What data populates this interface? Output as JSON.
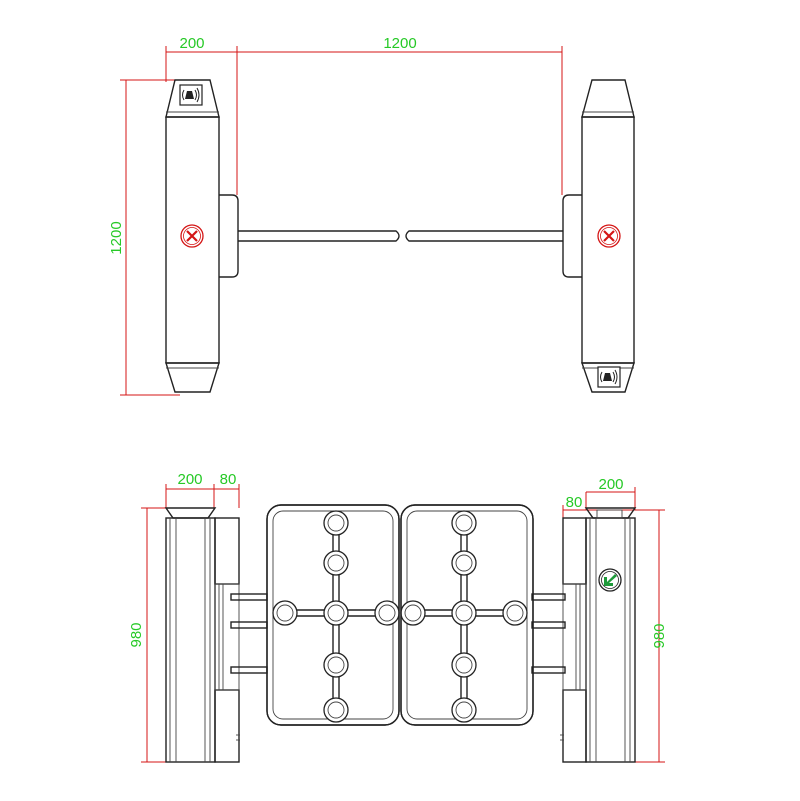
{
  "colors": {
    "outline": "#222222",
    "dimension_line": "#d41414",
    "dimension_text": "#26c926",
    "stop_icon": "#d41414",
    "pass_icon": "#1e9a3a"
  },
  "top_view": {
    "dim_post_width": "200",
    "dim_gap": "1200",
    "dim_post_length": "1200",
    "icons": [
      "rfid-reader-icon",
      "stop-x-icon",
      "stop-x-icon",
      "rfid-reader-icon"
    ]
  },
  "side_view": {
    "dim_left_post_width": "200",
    "dim_left_flange": "80",
    "dim_right_post_width": "200",
    "dim_right_flange": "80",
    "dim_left_height": "980",
    "dim_right_height": "980",
    "icons": [
      "pass-arrow-icon"
    ]
  }
}
